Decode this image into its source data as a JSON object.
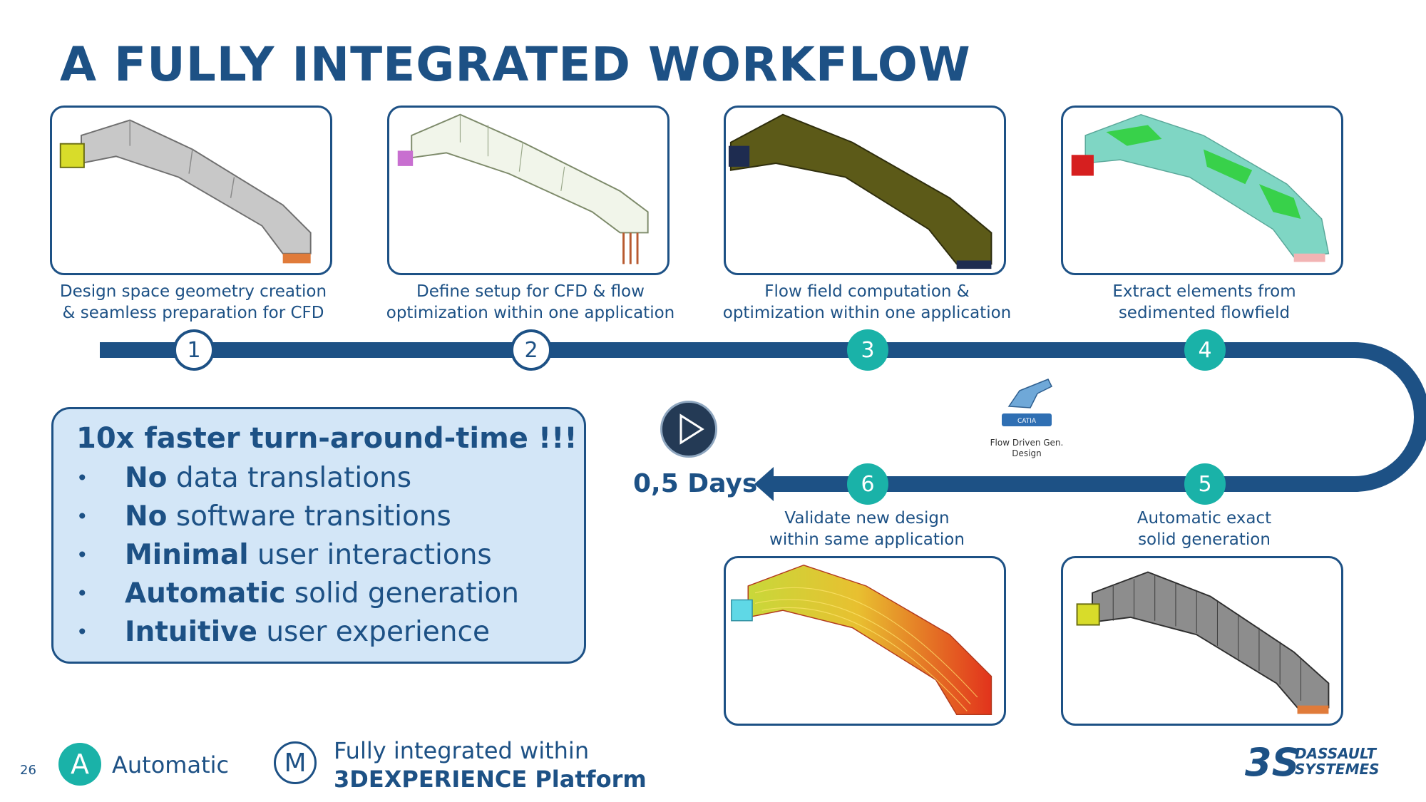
{
  "title": "A FULLY INTEGRATED WORKFLOW",
  "steps": [
    {
      "number": "1",
      "caption_line1": "Design space geometry creation",
      "caption_line2": "& seamless preparation for CFD",
      "style": "outline"
    },
    {
      "number": "2",
      "caption_line1": "Define setup for CFD & flow",
      "caption_line2": "optimization within one application",
      "style": "outline"
    },
    {
      "number": "3",
      "caption_line1": "Flow field computation &",
      "caption_line2": "optimization within one application",
      "style": "filled"
    },
    {
      "number": "4",
      "caption_line1": "Extract elements from",
      "caption_line2": "sedimented flowfield",
      "style": "filled"
    },
    {
      "number": "5",
      "caption_line1": "Automatic exact",
      "caption_line2": "solid generation",
      "style": "filled"
    },
    {
      "number": "6",
      "caption_line1": "Validate new design",
      "caption_line2": "within same application",
      "style": "filled"
    }
  ],
  "infobox": {
    "heading": "10x faster turn-around-time !!!",
    "bullet_char": "•",
    "items": [
      {
        "bold": "No",
        "rest": " data translations"
      },
      {
        "bold": "No",
        "rest": " software transitions"
      },
      {
        "bold": "Minimal",
        "rest": " user interactions"
      },
      {
        "bold": "Automatic",
        "rest": " solid generation"
      },
      {
        "bold": "Intuitive",
        "rest": " user experience"
      }
    ]
  },
  "duration": "0,5 Days",
  "catia_app": {
    "badge": "CATIA",
    "label_line1": "Flow Driven Gen.",
    "label_line2": "Design"
  },
  "footer": {
    "page_number": "26",
    "automatic_badge": "A",
    "automatic_label": "Automatic",
    "integrated_badge": "M",
    "integrated_line1": "Fully integrated within",
    "integrated_line2": "3DEXPERIENCE Platform",
    "brand_line1": "DASSAULT",
    "brand_line2": "SYSTEMES"
  },
  "colors": {
    "navy": "#1d5185",
    "teal": "#1ab2a8",
    "infobox_bg": "#d3e6f7"
  }
}
